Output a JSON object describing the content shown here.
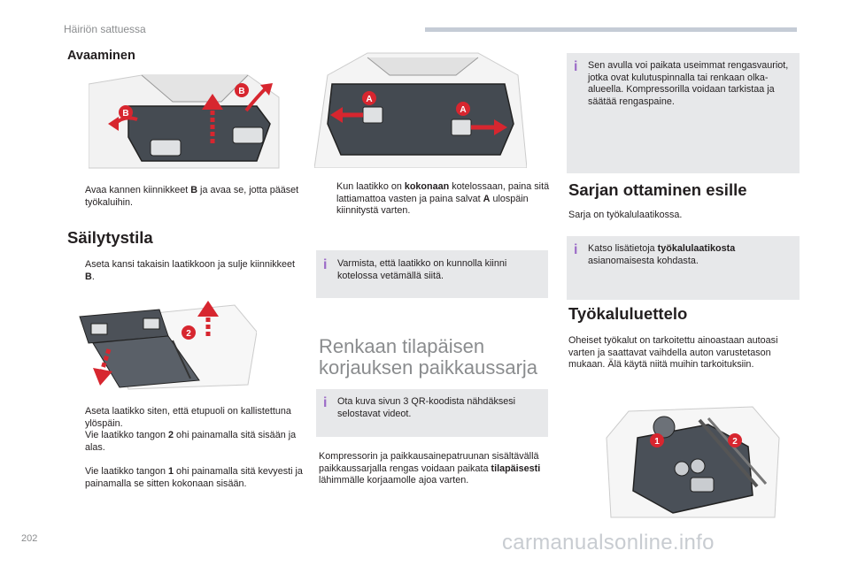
{
  "header": {
    "section": "Häiriön sattuessa"
  },
  "col1": {
    "opening_title": "Avaaminen",
    "opening_step_pre": "Avaa kannen kiinnikkeet ",
    "opening_step_bold": "B",
    "opening_step_post": " ja avaa se, jotta pääset työkaluihin.",
    "storage_title": "Säilytystila",
    "storage_step_pre": "Aseta kansi takaisin laatikkoon ja sulje kiinnikkeet ",
    "storage_step_bold": "B",
    "storage_step_post": ".",
    "step_tilt": "Aseta laatikko siten, että etupuoli on kallistettuna ylöspäin.",
    "step_pull2_pre": "Vie laatikko tangon ",
    "step_pull2_bold": "2",
    "step_pull2_post": " ohi painamalla sitä sisään ja alas.",
    "step_pull1_pre": "Vie laatikko tangon ",
    "step_pull1_bold": "1",
    "step_pull1_post": " ohi painamalla sitä kevyesti ja painamalla se sitten kokonaan sisään."
  },
  "col2": {
    "step_release_pre": "Kun laatikko on ",
    "step_release_bold1": "kokonaan",
    "step_release_mid": " kotelossaan, paina sitä lattiamattoa vasten ja paina salvat ",
    "step_release_bold2": "A",
    "step_release_post": " ulospäin kiinnitystä varten.",
    "note_check": "Varmista, että laatikko on kunnolla kiinni kotelossa vetämällä siitä.",
    "kit_title": "Renkaan tilapäisen korjauksen paikkaussarja",
    "note_qr": "Ota kuva sivun 3 QR-koodista nähdäksesi selostavat videot.",
    "kit_para_pre": "Kompressorin ja paikkausainepatruunan sisältävällä paikkaussarjalla rengas voidaan paikata ",
    "kit_para_bold": "tilapäisesti",
    "kit_para_post": " lähimmälle korjaamolle ajoa varten."
  },
  "col3": {
    "note_repair": "Sen avulla voi paikata useimmat rengasvauriot, jotka ovat kulutuspinnalla tai renkaan olka-alueella. Kompressorilla voidaan tarkistaa ja säätää rengaspaine.",
    "getkit_title": "Sarjan ottaminen esille",
    "getkit_para": "Sarja on työkalulaatikossa.",
    "note_more_pre": "Katso lisätietoja ",
    "note_more_bold": "työkalulaatikosta",
    "note_more_post": " asianomaisesta kohdasta.",
    "tools_title": "Työkaluluettelo",
    "tools_para": "Oheiset työkalut on tarkoitettu ainoastaan autoasi varten ja saattavat vaihdella auton varustetason mukaan. Älä käytä niitä muihin tarkoituksiin."
  },
  "labels": {
    "latch_b": "B",
    "latch_a": "A",
    "rod_1": "1",
    "rod_2": "2",
    "bullet_symbol": "",
    "info_symbol": "i"
  },
  "colors": {
    "callout_red": "#d7262f",
    "arrow_red": "#d7262f",
    "note_bg": "#e7e8ea",
    "info_purple": "#9b6bc7"
  },
  "footer": {
    "page_number": "202",
    "watermark": "carmanualsonline.info"
  }
}
